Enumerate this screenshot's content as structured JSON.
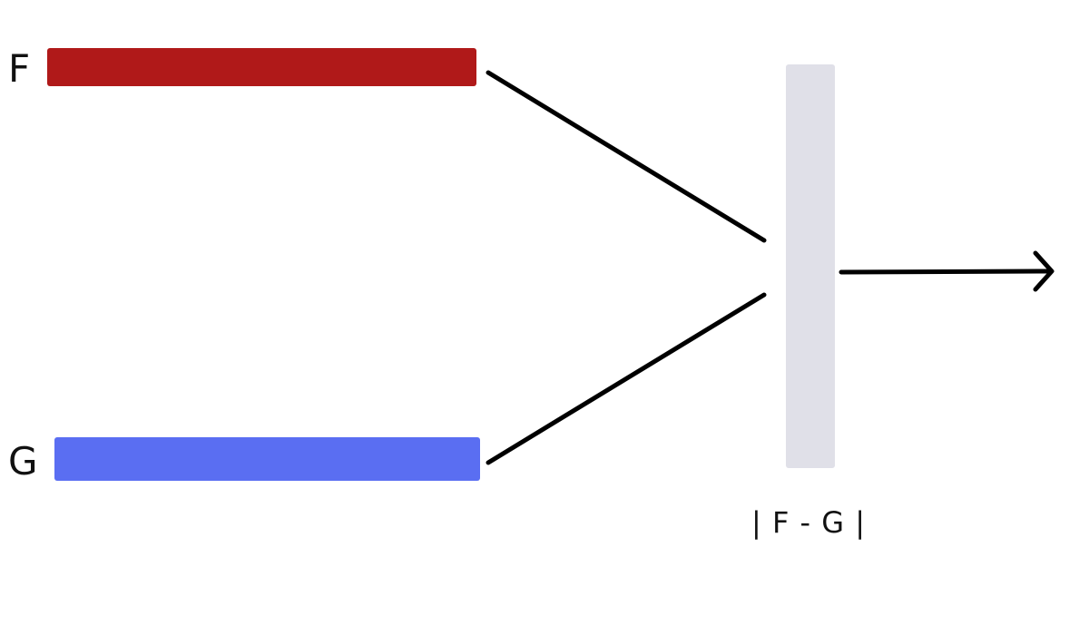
{
  "inputs": {
    "f": {
      "label": "F",
      "color": "#b01919"
    },
    "g": {
      "label": "G",
      "color": "#5a6ef2"
    }
  },
  "combiner": {
    "formula": "| F - G |",
    "color": "#e0e0e8"
  },
  "stroke_color": "#000000",
  "icons": {
    "output_arrow": "arrow-right-icon"
  }
}
